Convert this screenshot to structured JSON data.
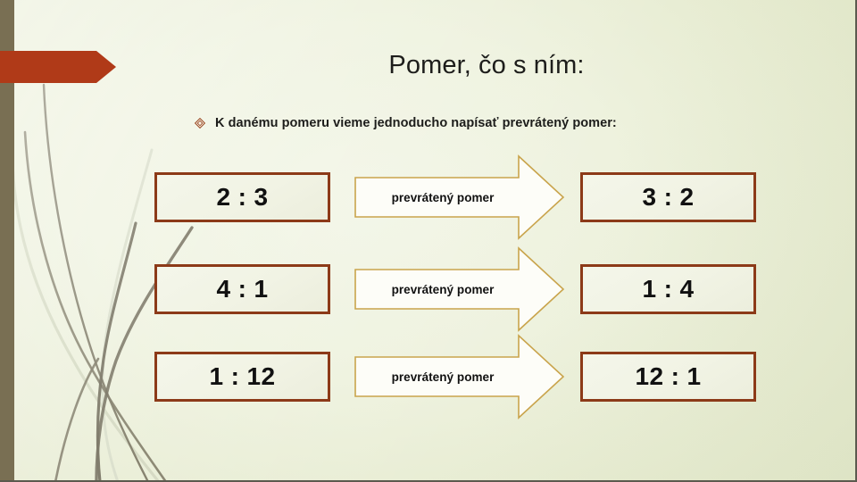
{
  "slide": {
    "title": "Pomer, čo s ním:",
    "bullet": {
      "icon": "diamond-bullet-icon",
      "text": "K danému pomeru vieme jednoducho napísať prevrátený pomer:"
    },
    "rows": [
      {
        "left": "2 : 3",
        "arrow_label": "prevrátený pomer",
        "right": "3 : 2"
      },
      {
        "left": "4 : 1",
        "arrow_label": "prevrátený pomer",
        "right": "1 : 4"
      },
      {
        "left": "1 : 12",
        "arrow_label": "prevrátený pomer",
        "right": "12 : 1"
      }
    ],
    "decor": {
      "banner": "red-arrow-banner",
      "side_bar": "olive-side-bar",
      "grass": "grass-blades-decoration"
    },
    "colors": {
      "background": "#e7ecd2",
      "side_bar": "#796f53",
      "banner_red": "#b03a18",
      "box_border": "#8c3a18",
      "arrow_outline": "#c9a44c",
      "text": "#111111"
    }
  }
}
